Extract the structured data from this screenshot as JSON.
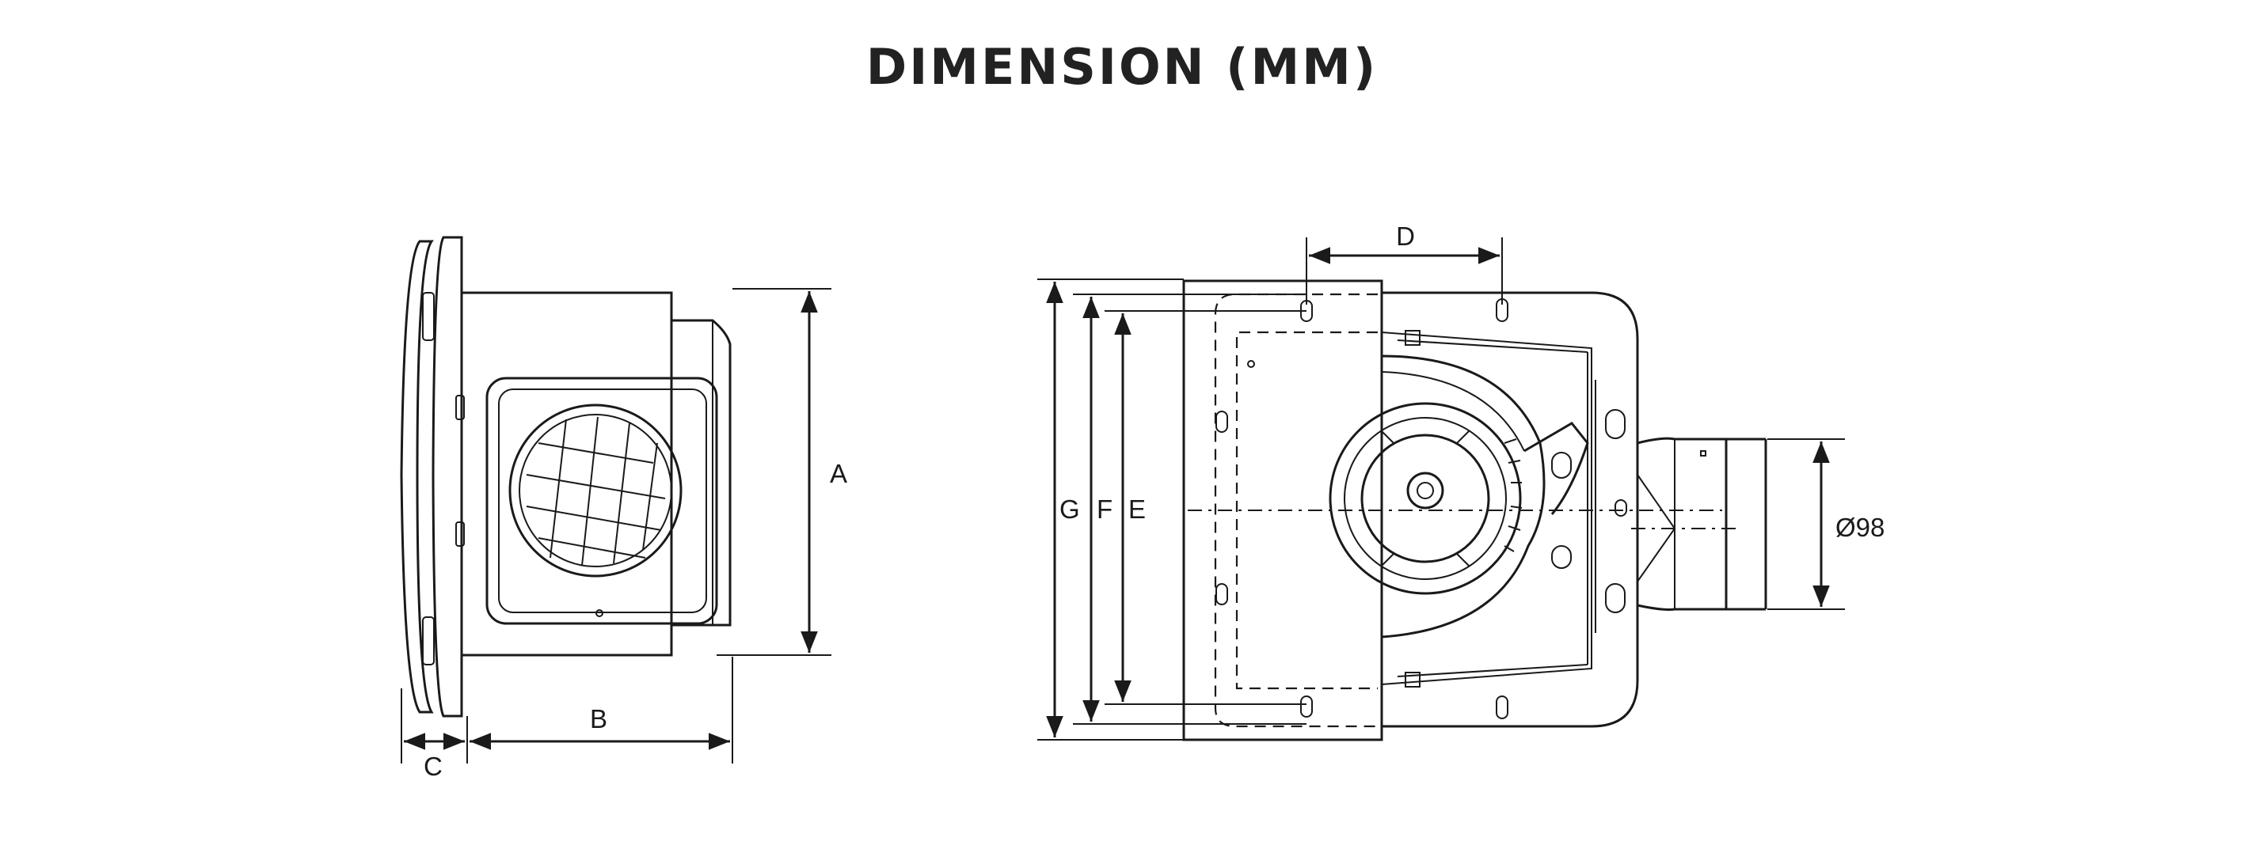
{
  "title": "DIMENSION (MM)",
  "labels": {
    "a": "A",
    "b": "B",
    "c": "C",
    "d": "D",
    "e": "E",
    "f": "F",
    "g": "G",
    "duct": "Ø98"
  }
}
